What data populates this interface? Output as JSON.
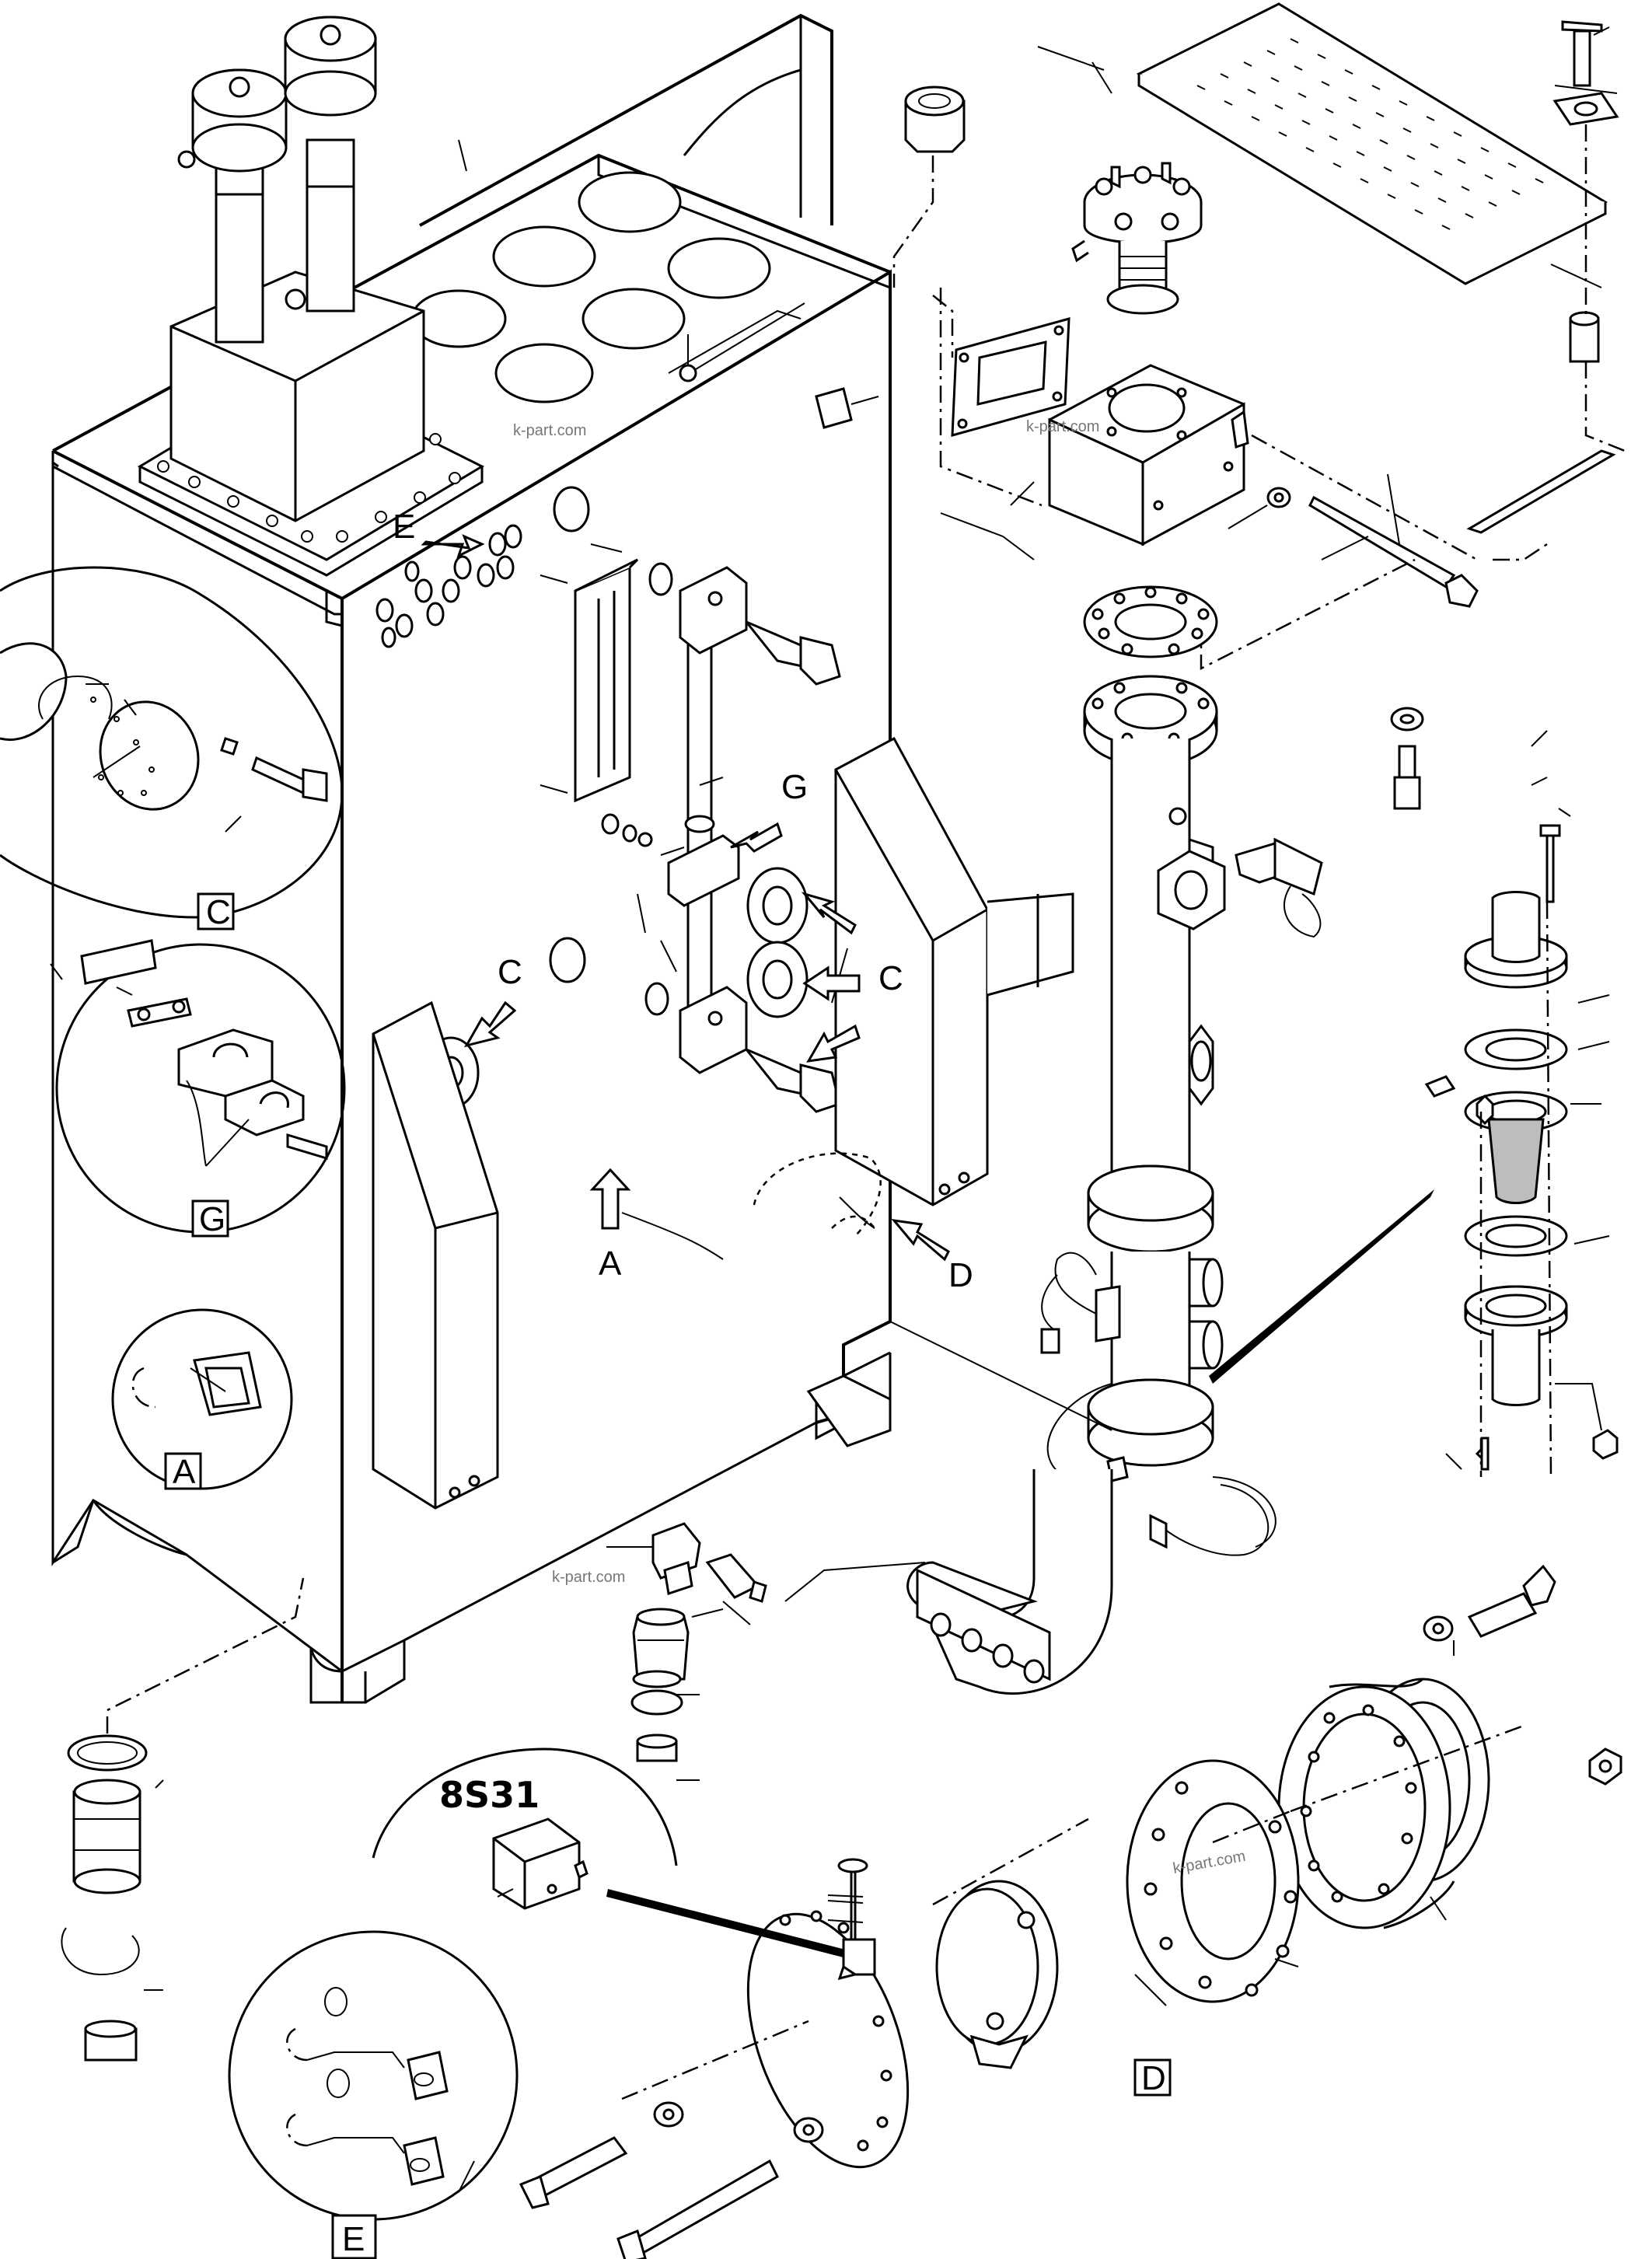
{
  "diagram": {
    "labels": {
      "view_a": "A",
      "view_c": "C",
      "view_d": "D",
      "view_e": "E",
      "view_g": "G",
      "component_code": "8S31"
    },
    "watermark": "k-part.com"
  }
}
